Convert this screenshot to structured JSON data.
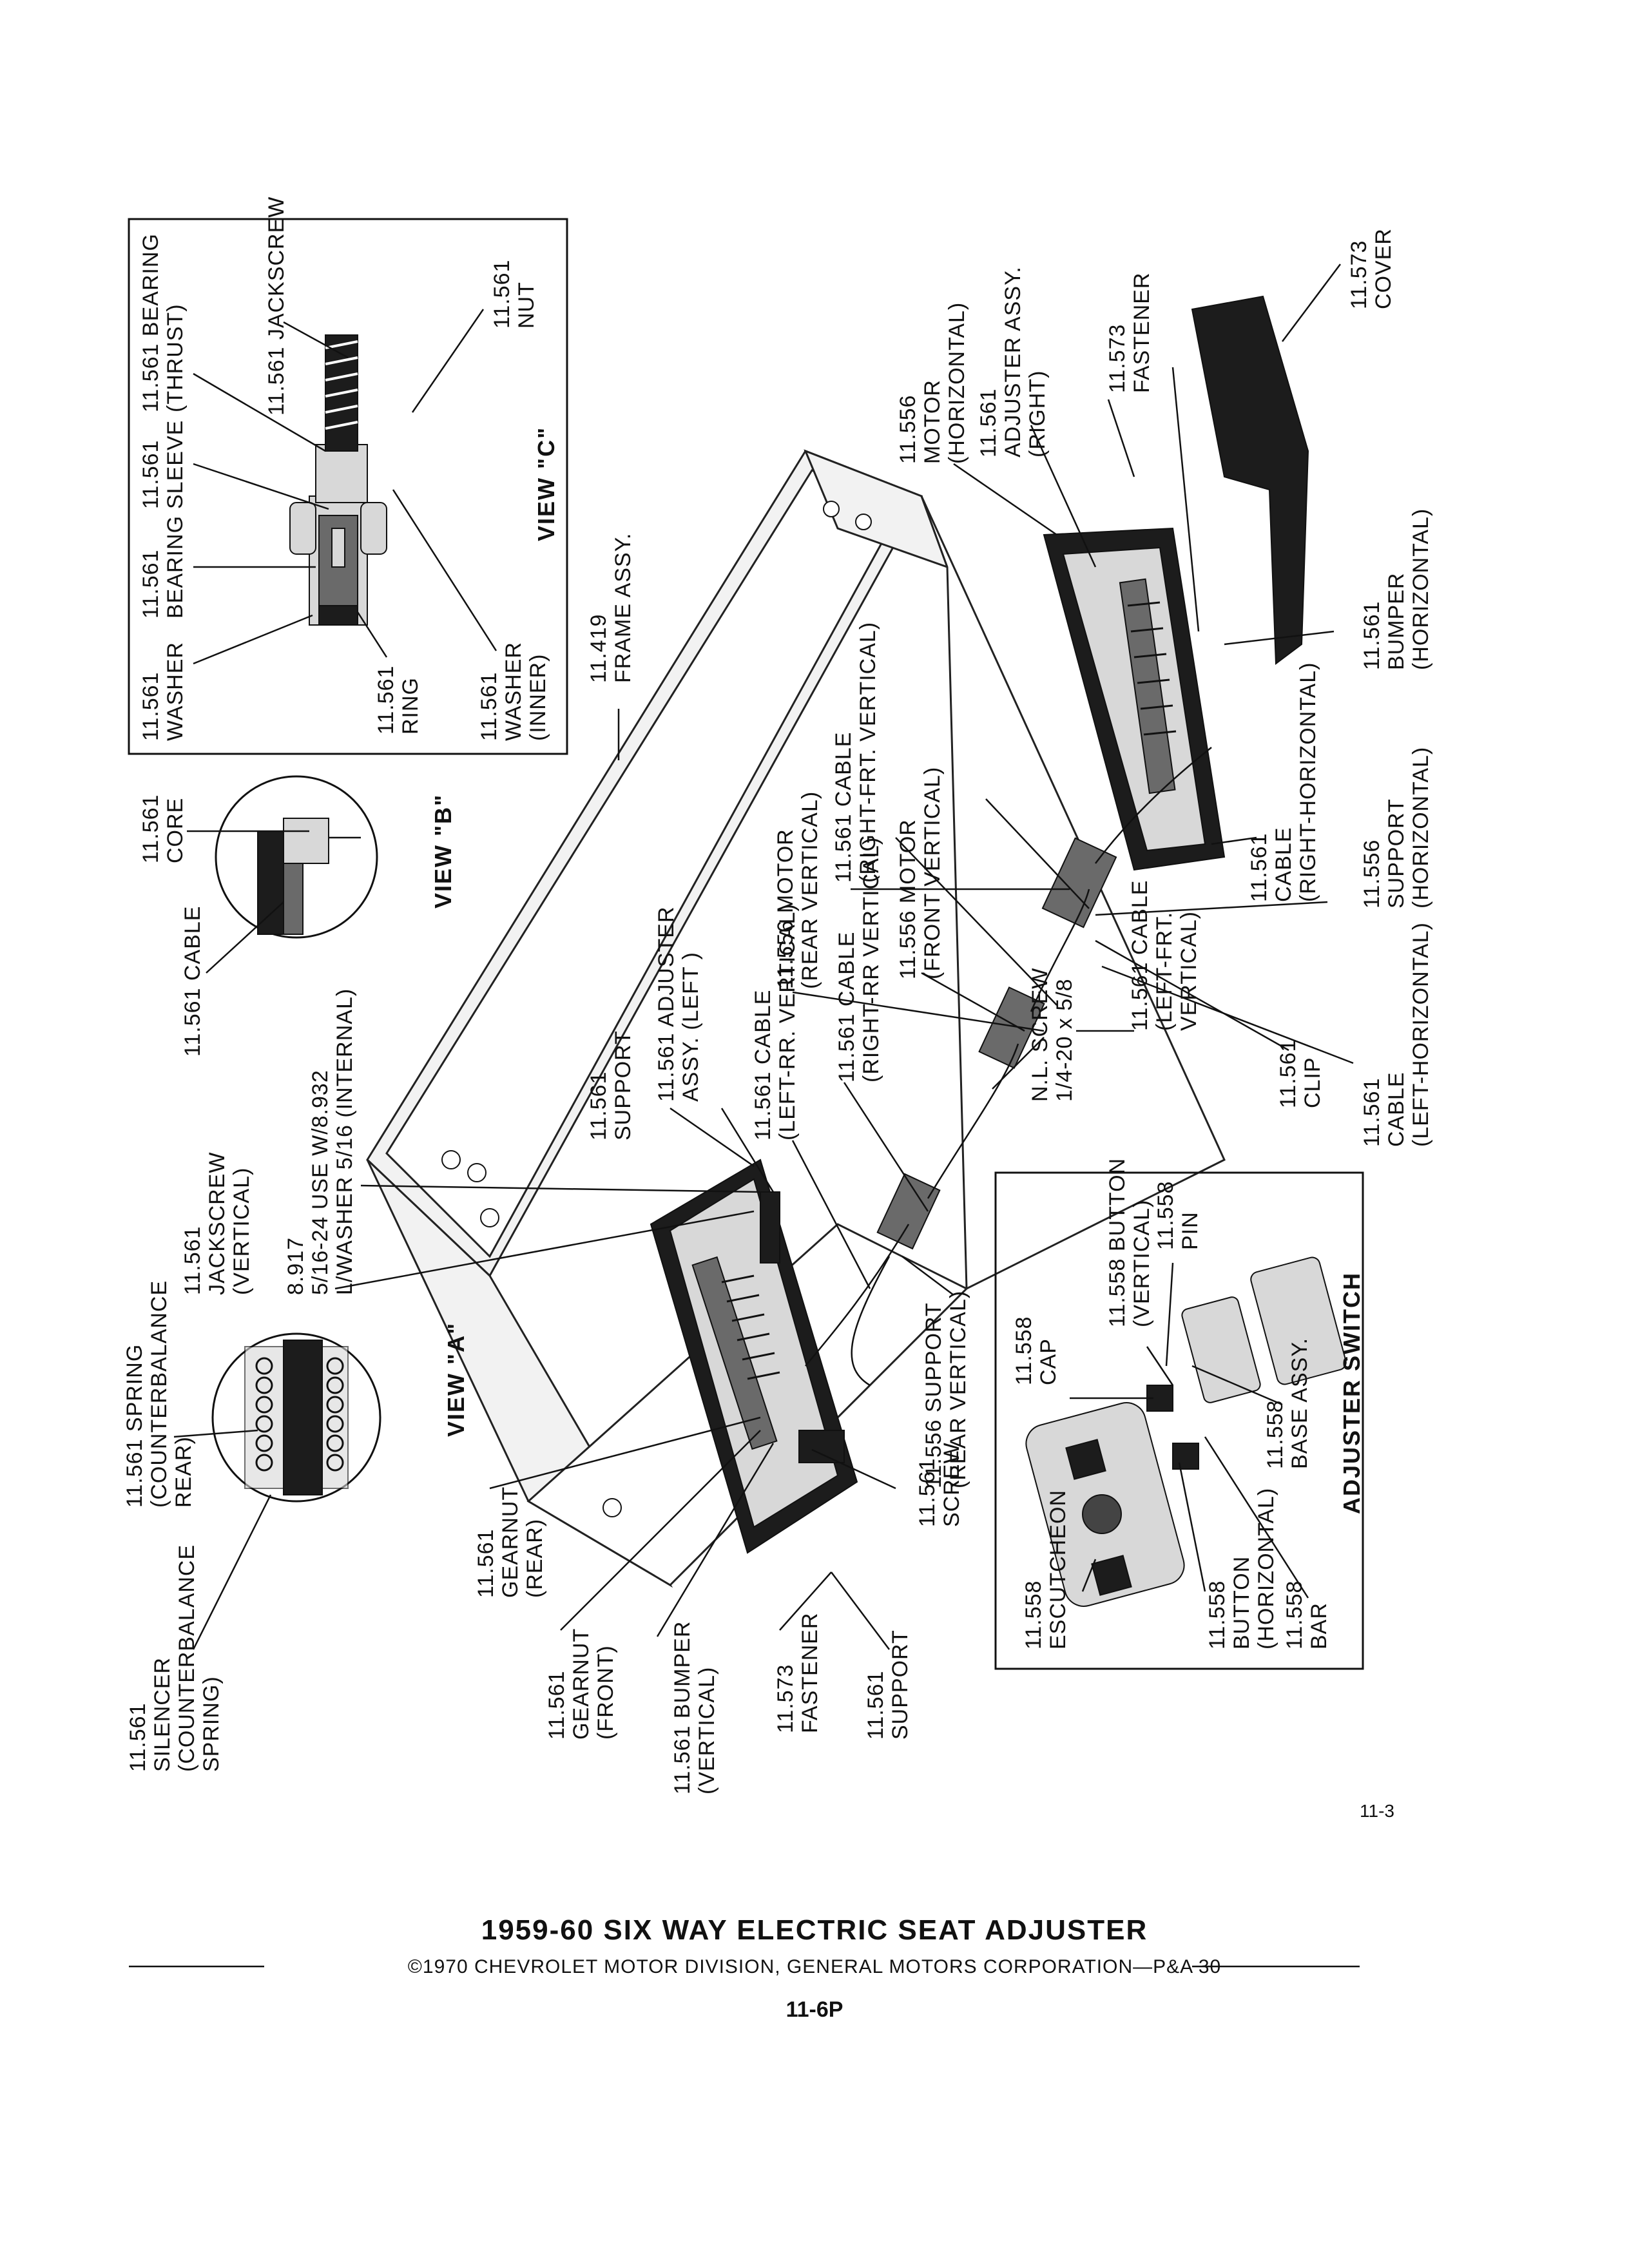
{
  "page_number_small": "11-3",
  "title": "1959-60 SIX WAY ELECTRIC SEAT ADJUSTER",
  "credit": "©1970 CHEVROLET MOTOR DIVISION, GENERAL MOTORS CORPORATION—P&A 30",
  "page_number": "11-6P",
  "views": {
    "a": "VIEW \"A\"",
    "b": "VIEW \"B\"",
    "c": "VIEW \"C\""
  },
  "view_a_labels": {
    "spring": [
      "11.561 SPRING",
      "(COUNTERBALANCE",
      "REAR)"
    ],
    "silencer": [
      "11.561",
      "SILENCER",
      "(COUNTERBALANCE",
      "SPRING)"
    ]
  },
  "view_b_labels": {
    "cable": [
      "11.561 CABLE"
    ],
    "core": [
      "11.561",
      "CORE"
    ]
  },
  "view_c_labels": {
    "washer": [
      "11.561",
      "WASHER"
    ],
    "bearing": [
      "11.561",
      "BEARING"
    ],
    "sleeve": [
      "11.561",
      "SLEEVE"
    ],
    "bearing_thrust": [
      "11.561 BEARING",
      "(THRUST)"
    ],
    "jackscrew": [
      "11.561 JACKSCREW"
    ],
    "nut": [
      "11.561",
      "NUT"
    ],
    "ring": [
      "11.561",
      "RING"
    ],
    "washer_inner": [
      "11.561",
      "WASHER",
      "(INNER)"
    ]
  },
  "main_labels": {
    "frame": [
      "11.419",
      "FRAME ASSY."
    ],
    "jackscrew_vert": [
      "11.561",
      "JACKSCREW",
      "(VERTICAL)"
    ],
    "screw_use": [
      "8.917",
      "5/16-24 USE W/8.932",
      "L/WASHER 5/16 (INTERNAL)"
    ],
    "support_top": [
      "11.561",
      "SUPPORT"
    ],
    "adjuster_left": [
      "11.561 ADJUSTER",
      "ASSY. (LEFT )"
    ],
    "cable_left_rr": [
      "11.561 CABLE",
      "(LEFT-RR. VERTICAL)"
    ],
    "cable_right_rr": [
      "11.561 CABLE",
      "(RIGHT-RR VERTICAL)"
    ],
    "motor_rear": [
      "11.556 MOTOR",
      "(REAR VERTICAL)"
    ],
    "motor_front": [
      "11.556 MOTOR",
      "(FRONT VERTICAL)"
    ],
    "cable_right_frt": [
      "11.561 CABLE",
      "(RIGHT-FRT. VERTICAL)"
    ],
    "motor_horiz": [
      "11.556",
      "MOTOR",
      "(HORIZONTAL)"
    ],
    "adjuster_right": [
      "11.561",
      "ADJUSTER ASSY.",
      "(RIGHT)"
    ],
    "fastener_top": [
      "11.573",
      "FASTENER"
    ],
    "cover": [
      "11.573",
      "COVER"
    ],
    "bumper_horiz": [
      "11.561",
      "BUMPER",
      "(HORIZONTAL)"
    ],
    "cable_right_horiz": [
      "11.561",
      "CABLE",
      "(RIGHT-HORIZONTAL)"
    ],
    "support_horiz": [
      "11.556",
      "SUPPORT",
      "(HORIZONTAL)"
    ],
    "clip": [
      "11.561",
      "CLIP"
    ],
    "cable_left_horiz": [
      "11.561",
      "CABLE",
      "(LEFT-HORIZONTAL)"
    ],
    "cable_left_frt": [
      "11.561 CABLE",
      "(LEFT-FRT.",
      "VERTICAL)"
    ],
    "nl_screw": [
      "N.L. SCREW",
      "1/4-20 x 5/8"
    ],
    "support_rear_vert": [
      "11.556 SUPPORT",
      "(REAR VERTICAL)"
    ],
    "screw": [
      "11.561",
      "SCREW"
    ],
    "gearnut_rear": [
      "11.561",
      "GEARNUT",
      "(REAR)"
    ],
    "gearnut_front": [
      "11.561",
      "GEARNUT",
      "(FRONT)"
    ],
    "bumper_vert": [
      "11.561 BUMPER",
      "(VERTICAL)"
    ],
    "fastener_bottom": [
      "11.573",
      "FASTENER"
    ],
    "support_bottom": [
      "11.561",
      "SUPPORT"
    ]
  },
  "switch_labels": {
    "heading": [
      "ADJUSTER SWITCH"
    ],
    "cap": [
      "11.558",
      "CAP"
    ],
    "button_vert": [
      "11.558 BUTTON",
      "(VERTICAL)"
    ],
    "pin": [
      "11.558",
      "PIN"
    ],
    "base": [
      "11.558",
      "BASE ASSY."
    ],
    "escutcheon": [
      "11.558",
      "ESCUTCHEON"
    ],
    "button_horiz": [
      "11.558",
      "BUTTON",
      "(HORIZONTAL)"
    ],
    "bar": [
      "11.558",
      "BAR"
    ]
  }
}
